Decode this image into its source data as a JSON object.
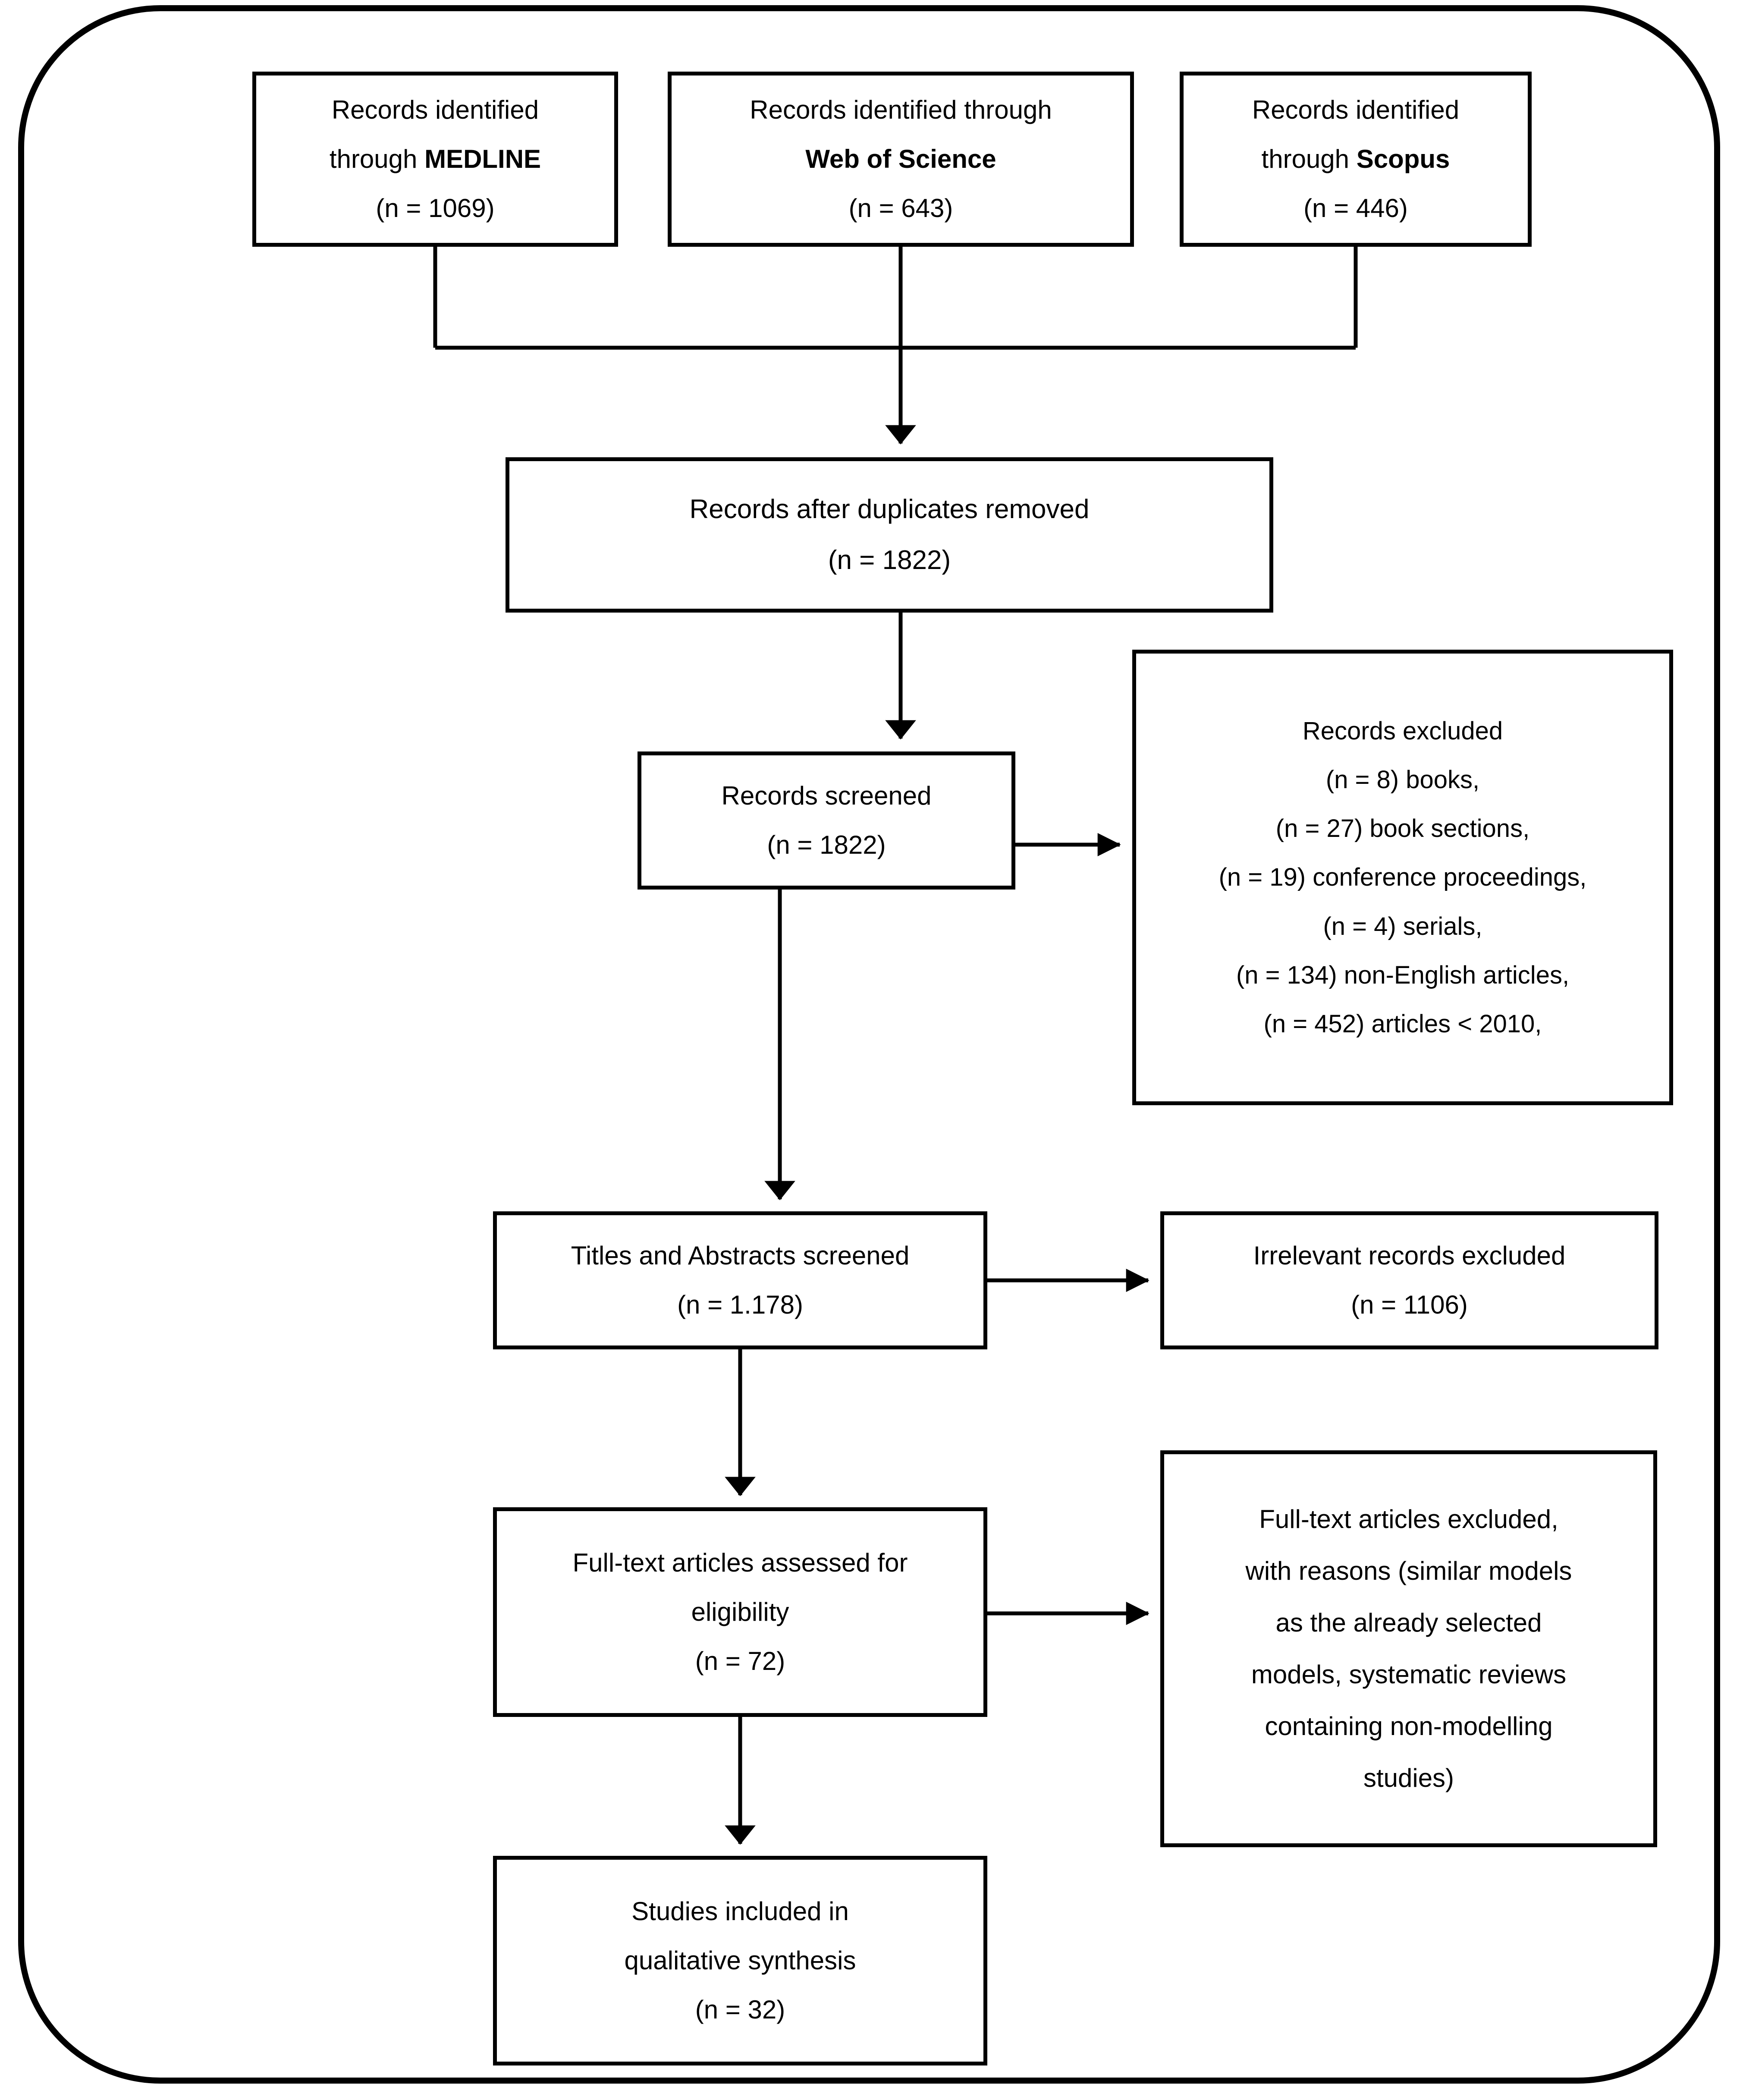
{
  "diagram": {
    "type": "PRISMA flow diagram",
    "accent_color": "#000000",
    "background_color": "#ffffff"
  },
  "nodes": {
    "medline": {
      "line1": "Records identified",
      "line2_prefix": "through ",
      "line2_bold": "MEDLINE",
      "count_line": "(n = 1069)",
      "n": 1069
    },
    "web_of_science": {
      "line1": "Records identified through",
      "line2_bold": "Web of Science",
      "count_line": "(n = 643)",
      "n": 643
    },
    "scopus": {
      "line1": "Records identified",
      "line2_prefix": "through ",
      "line2_bold": "Scopus",
      "count_line": "(n = 446)",
      "n": 446
    },
    "duplicates_removed": {
      "line1": "Records after duplicates removed",
      "count_line": "(n = 1822)",
      "n": 1822
    },
    "records_screened": {
      "line1": "Records screened",
      "count_line": "(n = 1822)",
      "n": 1822
    },
    "records_excluded": {
      "title": "Records excluded",
      "reasons": [
        "(n = 8) books,",
        "(n = 27) book sections,",
        "(n = 19) conference proceedings,",
        "(n = 4) serials,",
        "(n = 134) non-English articles,",
        "(n = 452) articles < 2010,"
      ]
    },
    "titles_abstracts": {
      "line1": "Titles and Abstracts screened",
      "count_line": "(n = 1.178)",
      "n": "1.178"
    },
    "irrelevant_excluded": {
      "line1": "Irrelevant records excluded",
      "count_line": "(n = 1106)",
      "n": 1106
    },
    "fulltext_assessed": {
      "line1": "Full-text articles assessed for",
      "line2": "eligibility",
      "count_line": "(n = 72)",
      "n": 72
    },
    "fulltext_excluded": {
      "line1": "Full-text articles excluded,",
      "line2": "with reasons (similar models",
      "line3": "as the already selected",
      "line4": "models, systematic reviews",
      "line5": "containing non-modelling",
      "line6": "studies)"
    },
    "studies_included": {
      "line1": "Studies included in",
      "line2": "qualitative synthesis",
      "count_line": "(n = 32)",
      "n": 32
    }
  },
  "flow": {
    "edges": [
      {
        "from": "medline",
        "to": "duplicates_removed",
        "style": "merge-down"
      },
      {
        "from": "web_of_science",
        "to": "duplicates_removed",
        "style": "merge-down"
      },
      {
        "from": "scopus",
        "to": "duplicates_removed",
        "style": "merge-down"
      },
      {
        "from": "duplicates_removed",
        "to": "records_screened",
        "style": "arrow-down"
      },
      {
        "from": "records_screened",
        "to": "records_excluded",
        "style": "arrow-right"
      },
      {
        "from": "records_screened",
        "to": "titles_abstracts",
        "style": "arrow-down"
      },
      {
        "from": "titles_abstracts",
        "to": "irrelevant_excluded",
        "style": "arrow-right"
      },
      {
        "from": "titles_abstracts",
        "to": "fulltext_assessed",
        "style": "arrow-down"
      },
      {
        "from": "fulltext_assessed",
        "to": "fulltext_excluded",
        "style": "arrow-right"
      },
      {
        "from": "fulltext_assessed",
        "to": "studies_included",
        "style": "arrow-down"
      }
    ]
  }
}
